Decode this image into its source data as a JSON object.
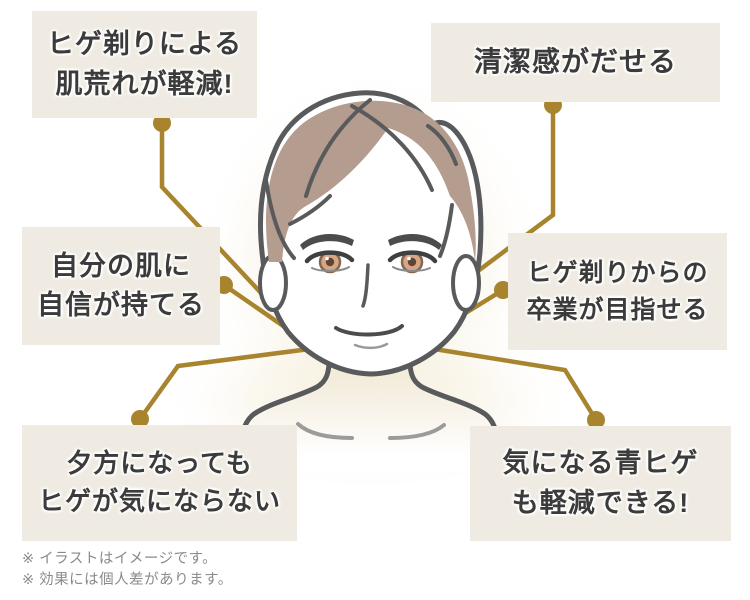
{
  "benefits": {
    "top_left": {
      "line1": "ヒゲ剃りによる",
      "line2": "肌荒れが軽減!"
    },
    "top_right": {
      "line1": "清潔感がだせる"
    },
    "middle_left": {
      "line1": "自分の肌に",
      "line2": "自信が持てる"
    },
    "middle_right": {
      "line1": "ヒゲ剃りからの",
      "line2": "卒業が目指せる"
    },
    "bottom_left": {
      "line1": "夕方になっても",
      "line2": "ヒゲが気にならない"
    },
    "bottom_right": {
      "line1": "気になる青ヒゲ",
      "line2": "も軽減できる!"
    }
  },
  "footnotes": {
    "note1": "※ イラストはイメージです。",
    "note2": "※ 効果には個人差があります。"
  },
  "illustration": {
    "subject": "clean-shaven-male-face"
  },
  "colors": {
    "background": "#FFFFFF",
    "label_background": "#EFEBE2",
    "label_text": "#3B3B3B",
    "connector_line": "#A8842F",
    "hair": "#B49C8E",
    "outline": "#595A5C",
    "glow": "#F6EFDC",
    "iris": "#D8A685",
    "footnote_text": "#8A8A8A"
  }
}
